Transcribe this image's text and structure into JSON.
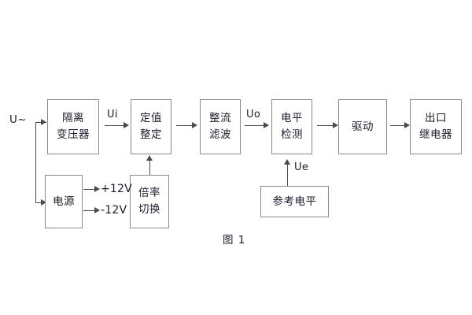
{
  "figure": {
    "caption": "图 1",
    "input_label": "U~",
    "signal_labels": {
      "ui": "Ui",
      "uo": "Uo",
      "ue": "Ue"
    },
    "supply_rails": [
      {
        "label": "+12V"
      },
      {
        "label": "-12V"
      }
    ],
    "main_chain": [
      {
        "name": "isolation-transformer",
        "lines": [
          "隔离",
          "变压器"
        ]
      },
      {
        "name": "setting-value",
        "lines": [
          "定值",
          "整定"
        ]
      },
      {
        "name": "rectify-filter",
        "lines": [
          "整流",
          "滤波"
        ]
      },
      {
        "name": "level-detection",
        "lines": [
          "电平",
          "检测"
        ]
      },
      {
        "name": "drive",
        "lines": [
          "驱动"
        ]
      },
      {
        "name": "output-relay",
        "lines": [
          "出口",
          "继电器"
        ]
      }
    ],
    "lower_blocks": [
      {
        "name": "power-supply",
        "lines": [
          "电源"
        ]
      },
      {
        "name": "multiplier-switch",
        "lines": [
          "倍率",
          "切换"
        ]
      },
      {
        "name": "reference-level",
        "lines": [
          "参考电平"
        ]
      }
    ],
    "colors": {
      "box_border": "#8a8a8a",
      "line": "#4a4a4a",
      "text": "#1b1b2b",
      "background": "#ffffff"
    }
  }
}
